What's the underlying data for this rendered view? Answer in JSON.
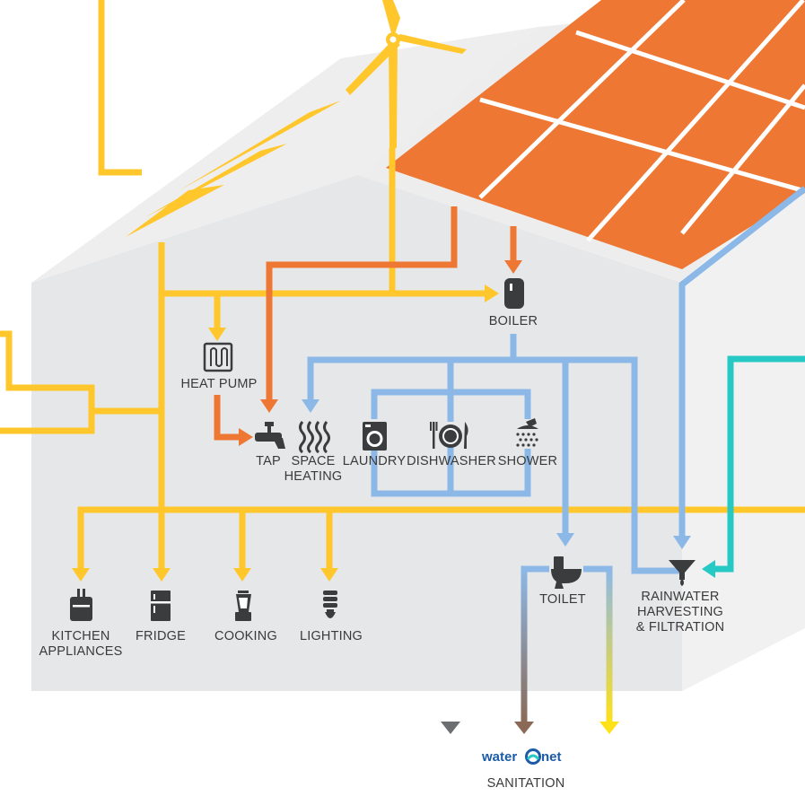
{
  "colors": {
    "yellow": "#FFC72C",
    "orange": "#ED7733",
    "blue": "#8CB8E8",
    "teal": "#26C9C4",
    "gray_pipe": "#6D6E71",
    "brown": "#8A6A56",
    "wall": "#E6E7E8",
    "roof": "#EFEFF0",
    "icon": "#3B3C3E",
    "brand_blue": "#1C5BA8"
  },
  "labels": {
    "boiler": "BOILER",
    "heat_pump": "HEAT PUMP",
    "tap": "TAP",
    "space_heating": [
      "SPACE",
      "HEATING"
    ],
    "laundry": "LAUNDRY",
    "dishwasher": "DISHWASHER",
    "shower": "SHOWER",
    "toilet": "TOILET",
    "rainwater": [
      "RAINWATER",
      "HARVESTING",
      "& FILTRATION"
    ],
    "kitchen": [
      "KITCHEN",
      "APPLIANCES"
    ],
    "fridge": "FRIDGE",
    "cooking": "COOKING",
    "lighting": "LIGHTING",
    "sanitation": "SANITATION"
  },
  "brand": {
    "prefix": "water",
    "suffix": "net"
  },
  "icons": {
    "wind_turbine": "wind-turbine-icon",
    "solar_panels": "solar-panel-icon",
    "boiler": "boiler-icon",
    "heat_pump": "heat-pump-icon",
    "tap": "tap-icon",
    "space_heating": "space-heating-icon",
    "laundry": "washing-machine-icon",
    "dishwasher": "dishwasher-icon",
    "shower": "shower-icon",
    "toilet": "toilet-icon",
    "rainwater": "funnel-filter-icon",
    "kitchen": "toaster-icon",
    "fridge": "fridge-icon",
    "cooking": "blender-icon",
    "lighting": "bulb-icon"
  }
}
